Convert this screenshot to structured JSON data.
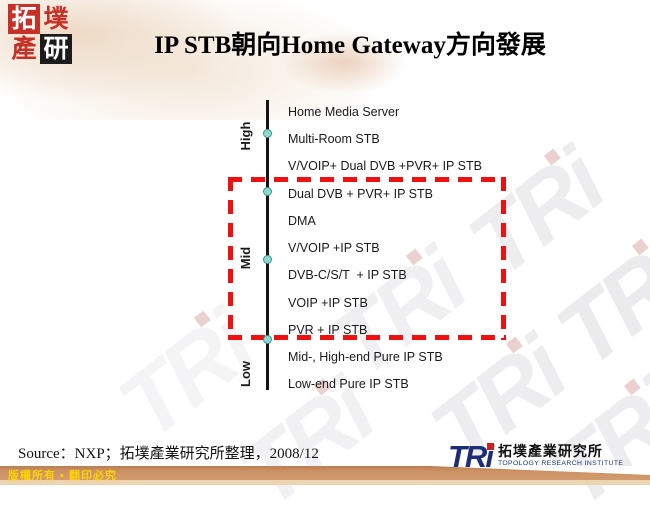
{
  "slide": {
    "title": "IP STB朝向Home Gateway方向發展",
    "source": "Source：NXP；拓墣產業研究所整理，2008/12",
    "copyright": "版權所有 ▪ 翻印必究"
  },
  "seal": {
    "char_1": "拓",
    "char_2": "墣",
    "char_3": "產",
    "char_4": "研"
  },
  "brand": {
    "mark": "TRi",
    "name_zh": "拓墣產業研究所",
    "name_en": "TOPOLOGY RESEARCH INSTITUTE"
  },
  "watermark": {
    "text": "TRi"
  },
  "diagram": {
    "axis_levels": [
      {
        "label": "High"
      },
      {
        "label": "Mid"
      },
      {
        "label": "Low"
      }
    ],
    "items": [
      {
        "label": "Home Media Server",
        "level": "High",
        "highlighted": false
      },
      {
        "label": "Multi-Room STB",
        "level": "High",
        "highlighted": false
      },
      {
        "label": "V/VOIP+ Dual DVB +PVR+ IP STB",
        "level": "High",
        "highlighted": false
      },
      {
        "label": "Dual DVB + PVR+ IP STB",
        "level": "Mid",
        "highlighted": true
      },
      {
        "label": "DMA",
        "level": "Mid",
        "highlighted": true
      },
      {
        "label": "V/VOIP +IP STB",
        "level": "Mid",
        "highlighted": true
      },
      {
        "label": "DVB-C/S/T  + IP STB",
        "level": "Mid",
        "highlighted": true
      },
      {
        "label": "VOIP +IP STB",
        "level": "Mid",
        "highlighted": true
      },
      {
        "label": "PVR + IP STB",
        "level": "Mid",
        "highlighted": true
      },
      {
        "label": "Mid-, High-end Pure IP STB",
        "level": "Low",
        "highlighted": false
      },
      {
        "label": "Low-end Pure IP STB",
        "level": "Low",
        "highlighted": false
      }
    ]
  },
  "colors": {
    "highlight_box": "#ee1111",
    "axis_dot": "#8fd8d1",
    "seal_red": "#c53127",
    "brand_navy": "#1c2f76",
    "bar_tan": "#cb9164",
    "bar_cream": "#ecd3b2",
    "copyright_yellow": "#ffd200"
  }
}
